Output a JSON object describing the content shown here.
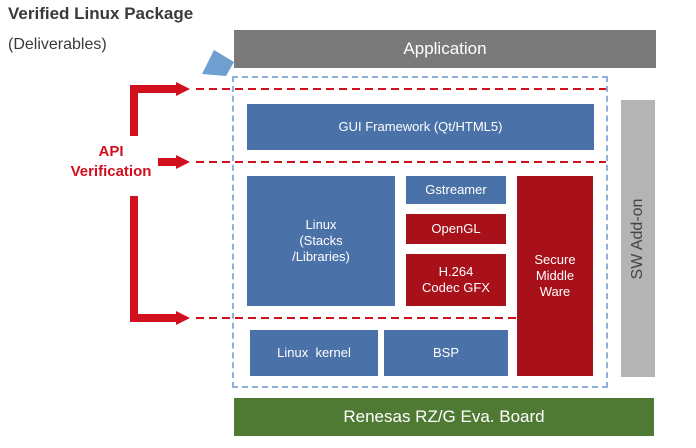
{
  "header": {
    "title": "Verified Linux Package",
    "subtitle": "(Deliverables)"
  },
  "layers": {
    "application": "Application",
    "gui_framework": "GUI Framework (Qt/HTML5)",
    "linux_stacks": "Linux\n(Stacks\n/Libraries)",
    "gstreamer": "Gstreamer",
    "opengl": "OpenGL",
    "h264": "H.264\nCodec GFX",
    "secure_middleware": "Secure\nMiddle\nWare",
    "linux_kernel": "Linux  kernel",
    "bsp": "BSP",
    "sw_addon": "SW Add-on",
    "board": "Renesas RZ/G Eva. Board"
  },
  "api_verification": {
    "label": "API\nVerification"
  },
  "colors": {
    "blue_block": "#4a72a8",
    "red_block": "#a8101a",
    "gray_bar": "#7a7a7a",
    "addon_gray": "#b4b4b4",
    "board_green": "#4f7a34",
    "dashed_border": "#8fb0d8",
    "api_red": "#d0101c"
  }
}
